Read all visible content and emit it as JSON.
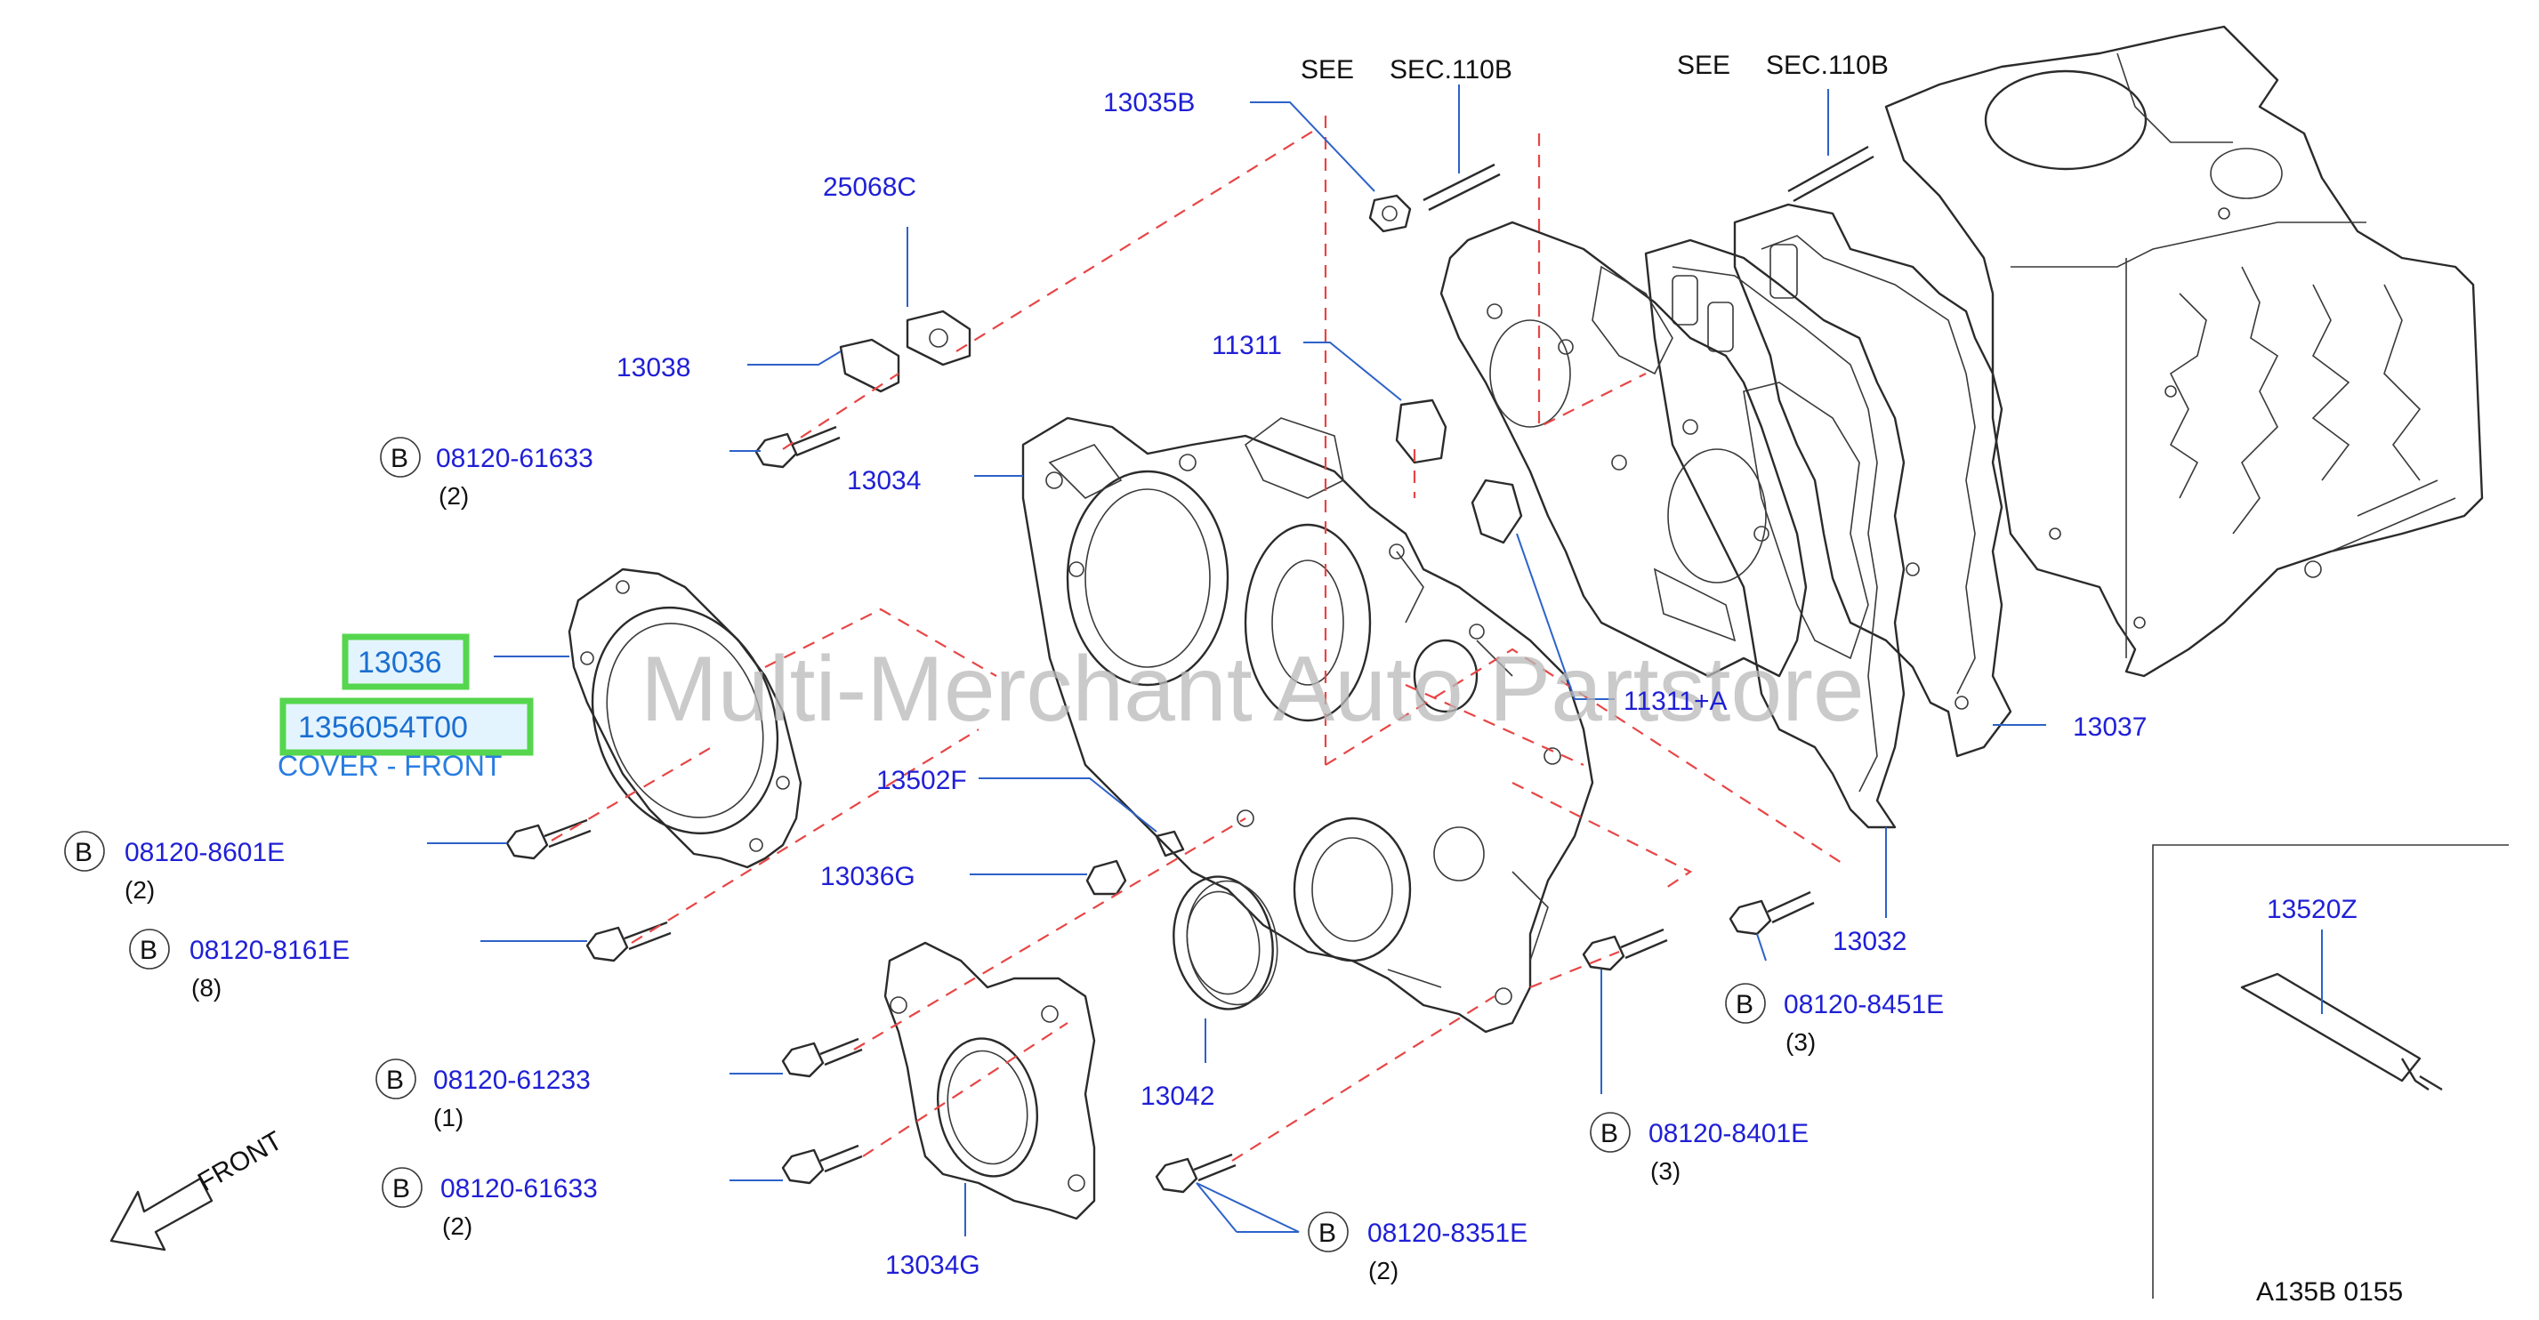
{
  "watermark": "Multi-Merchant Auto Partstore",
  "figure_code": "A135B  0155",
  "see_left": {
    "see": "SEE",
    "sec": "SEC.110B"
  },
  "see_right": {
    "see": "SEE",
    "sec": "SEC.110B"
  },
  "front_label": "FRONT",
  "highlight": {
    "part_13036": "13036",
    "oem": "1356054T00",
    "desc": "COVER - FRONT"
  },
  "parts": {
    "p13035B": "13035B",
    "p25068C": "25068C",
    "p13038": "13038",
    "p13034": "13034",
    "p11311": "11311",
    "p11311A": "11311+A",
    "p13037": "13037",
    "p13032": "13032",
    "p13502F": "13502F",
    "p13036G": "13036G",
    "p13042": "13042",
    "p13034G": "13034G",
    "p13520Z": "13520Z"
  },
  "bolts": {
    "b1": {
      "marker": "B",
      "part": "08120-61633",
      "qty": "(2)"
    },
    "b2": {
      "marker": "B",
      "part": "08120-8601E",
      "qty": "(2)"
    },
    "b3": {
      "marker": "B",
      "part": "08120-8161E",
      "qty": "(8)"
    },
    "b4": {
      "marker": "B",
      "part": "08120-61233",
      "qty": "(1)"
    },
    "b5": {
      "marker": "B",
      "part": "08120-61633",
      "qty": "(2)"
    },
    "b6": {
      "marker": "B",
      "part": "08120-8351E",
      "qty": "(2)"
    },
    "b7": {
      "marker": "B",
      "part": "08120-8401E",
      "qty": "(3)"
    },
    "b8": {
      "marker": "B",
      "part": "08120-8451E",
      "qty": "(3)"
    }
  },
  "colors": {
    "part_number": "#1f1fd6",
    "leader": "#2d62c9",
    "dashed": "#e84545",
    "highlight_border": "#55d64e",
    "desc": "#2a7de1"
  }
}
